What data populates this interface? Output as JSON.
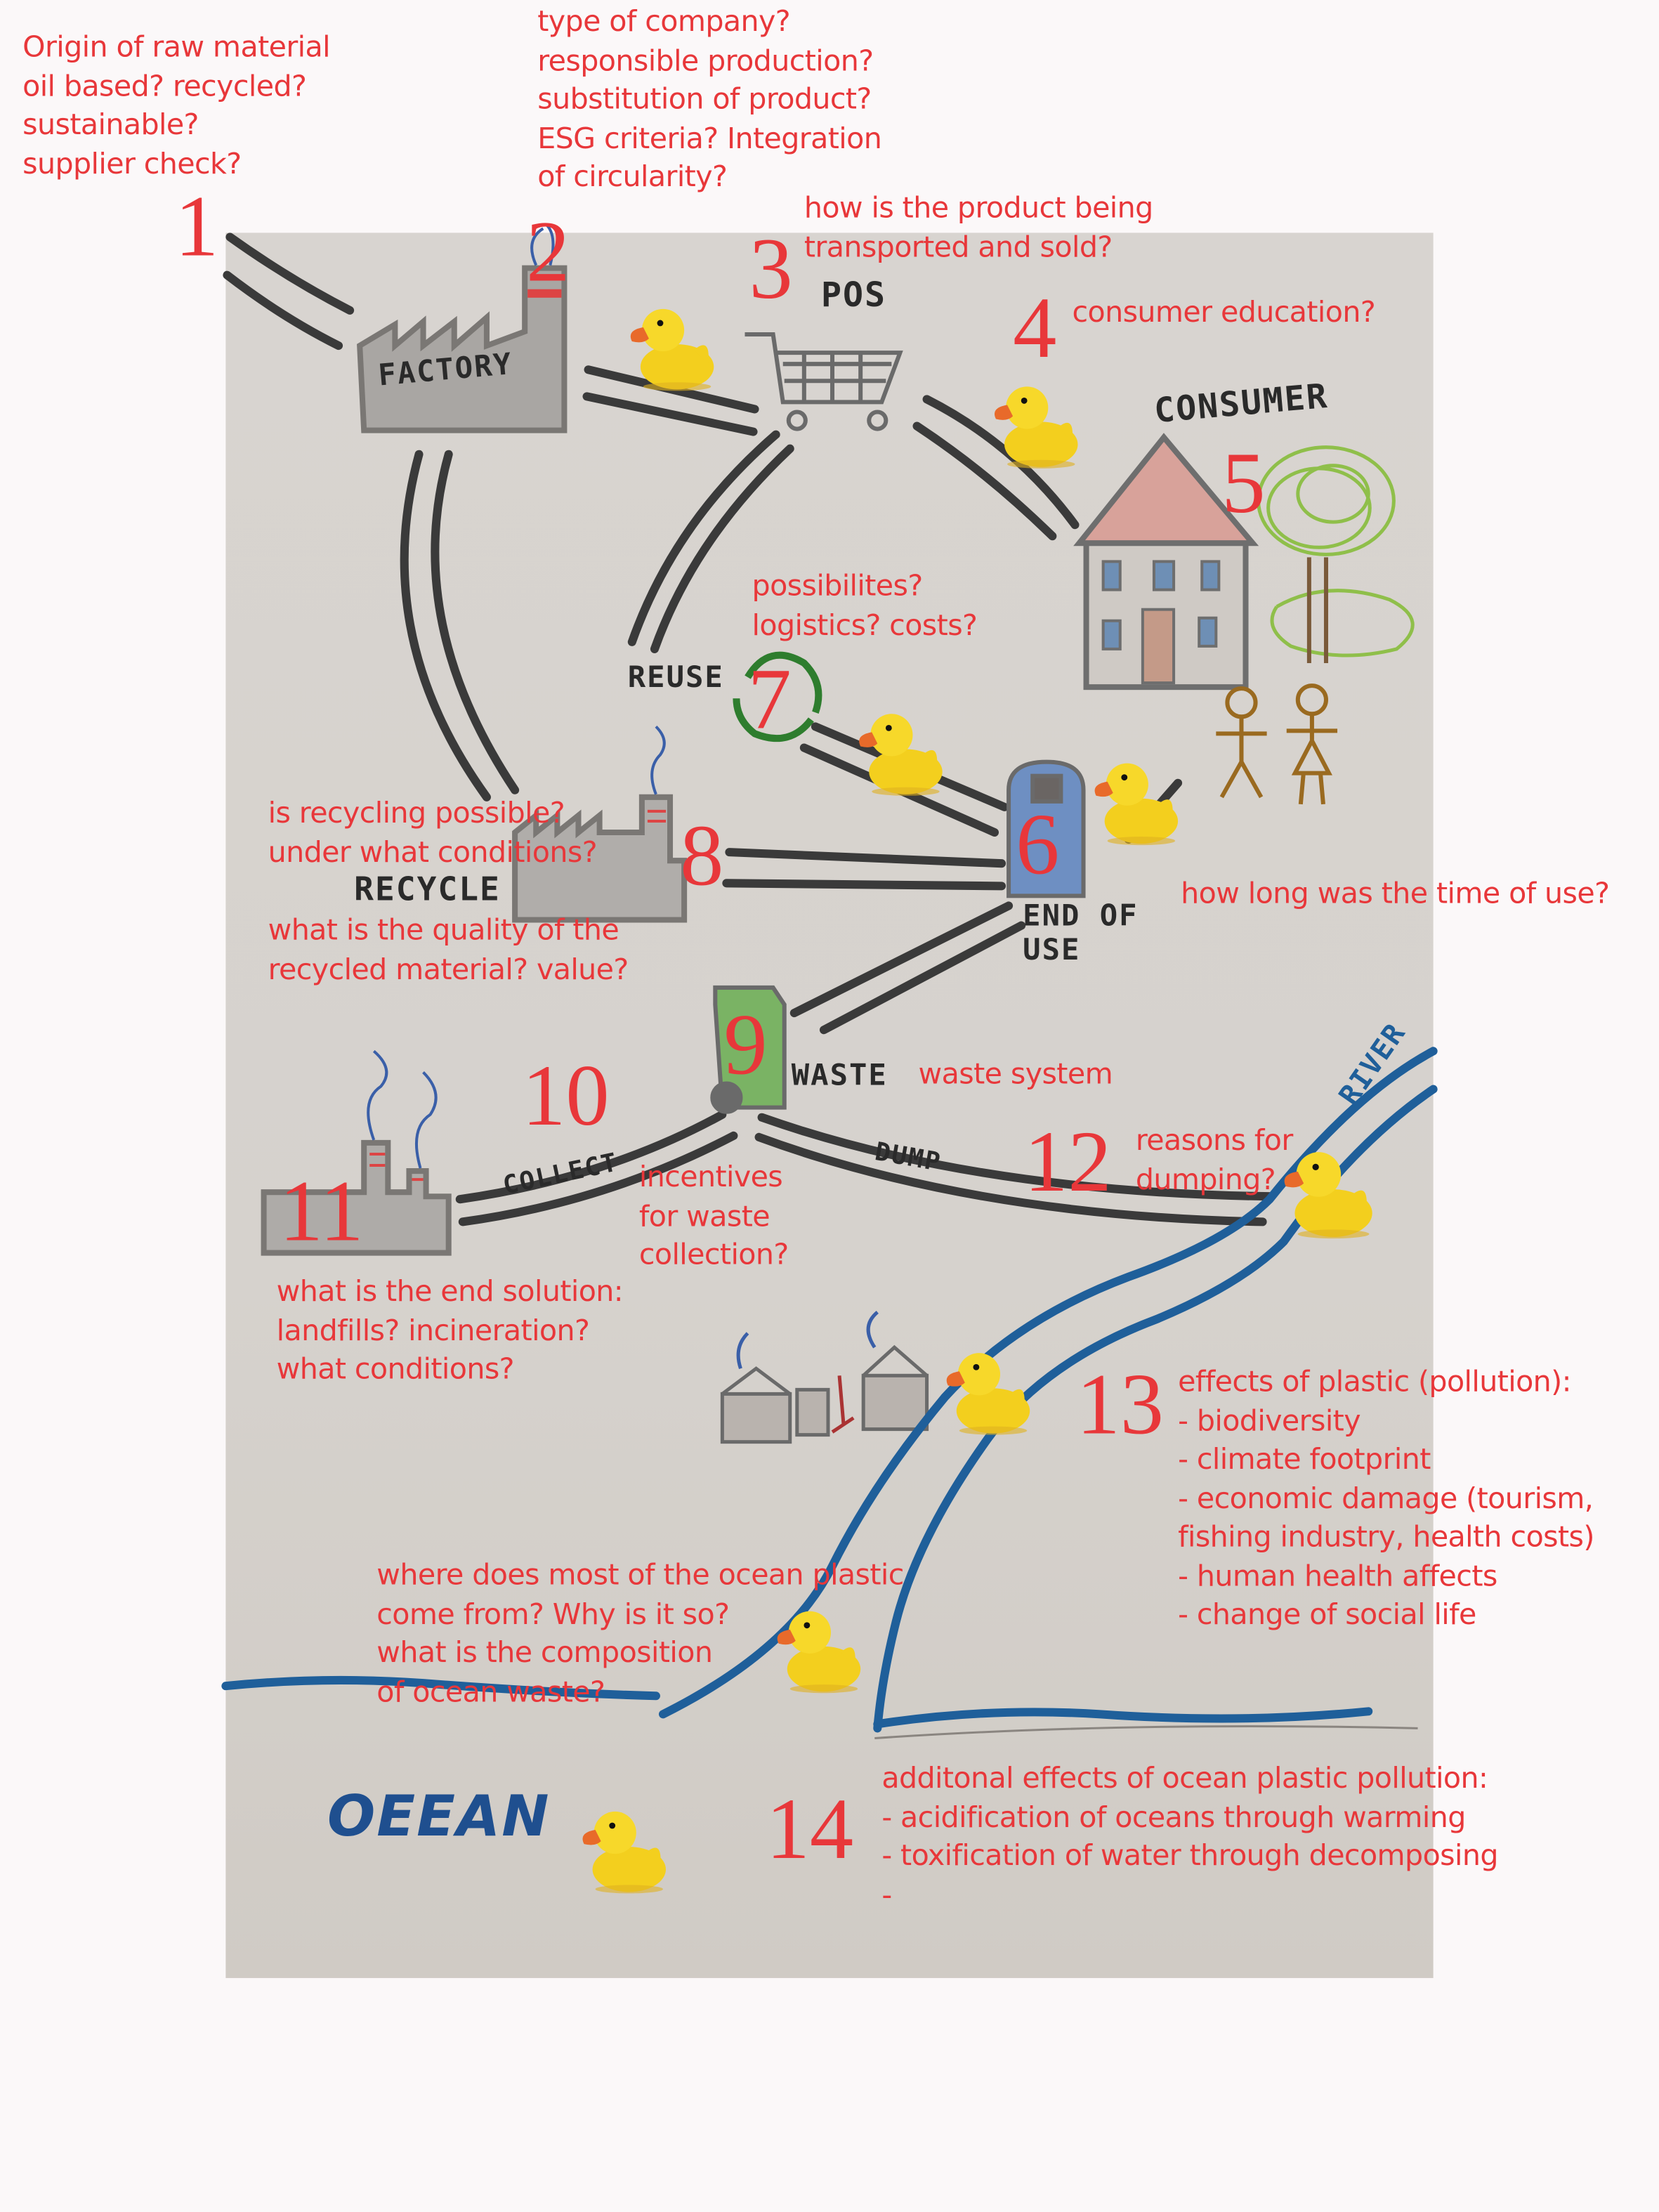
{
  "colors": {
    "annotation": "#e8373a",
    "paper": "#d8d4d0",
    "background": "#fbf8f9",
    "river": "#1f5f9a",
    "road": "#3a3a3a",
    "duck": "#f5d321"
  },
  "labels": {
    "factory": "FACTORY",
    "pos": "POS",
    "consumer": "CONSUMER",
    "reuse": "REUSE",
    "recycle": "RECYCLE",
    "end_of_use": [
      "END OF",
      "USE"
    ],
    "waste": "WASTE",
    "collect": "COLLECT",
    "dump": "DUMP",
    "river": "RIVER",
    "ocean": "OEEAN"
  },
  "steps": [
    {
      "number": "1",
      "lines": [
        "Origin of raw material",
        "oil based? recycled?",
        "sustainable?",
        "supplier check?"
      ]
    },
    {
      "number": "2",
      "lines": [
        "type of company?",
        "responsible production?",
        "substitution of product?",
        "ESG criteria? Integration",
        "of circularity?"
      ]
    },
    {
      "number": "3",
      "lines": [
        "how is the product being",
        "transported and sold?"
      ]
    },
    {
      "number": "4",
      "lines": [
        "consumer education?"
      ]
    },
    {
      "number": "5",
      "lines": []
    },
    {
      "number": "6",
      "lines": [
        "how long was the time of use?"
      ]
    },
    {
      "number": "7",
      "lines": [
        "possibilites?",
        "logistics? costs?"
      ]
    },
    {
      "number": "8",
      "lines": [
        "is recycling possible?",
        "under what conditions?",
        "what is the quality of the",
        "recycled material? value?"
      ]
    },
    {
      "number": "9",
      "lines": [
        "waste system"
      ]
    },
    {
      "number": "10",
      "lines": [
        "incentives",
        "for waste",
        "collection?"
      ]
    },
    {
      "number": "11",
      "lines": [
        "what is the end solution:",
        "landfills? incineration?",
        "what conditions?"
      ]
    },
    {
      "number": "12",
      "lines": [
        "reasons for",
        "dumping?"
      ]
    },
    {
      "number": "13",
      "lines": [
        "effects of plastic (pollution):",
        "- biodiversity",
        "- climate footprint",
        "- economic damage (tourism,",
        "fishing industry, health costs)",
        "- human health affects",
        "- change of social life"
      ]
    },
    {
      "number": "14",
      "lines": [
        "additonal effects of ocean plastic pollution:",
        "- acidification of oceans through warming",
        "- toxification of water through decomposing",
        "-"
      ]
    },
    {
      "number": "",
      "lines": [
        "where does most of the ocean plastic",
        "come from? Why is it so?",
        "what is the composition",
        "of ocean waste?"
      ]
    }
  ]
}
